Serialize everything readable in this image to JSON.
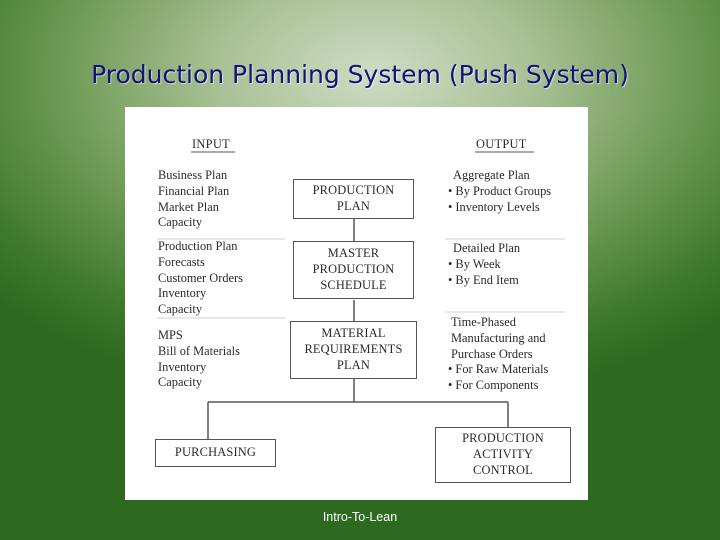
{
  "slide": {
    "title": "Production Planning System (Push System)",
    "footer": "Intro-To-Lean"
  },
  "diagram": {
    "input_header": "INPUT",
    "output_header": "OUTPUT",
    "input_groups": [
      [
        "Business Plan",
        "Financial Plan",
        "Market Plan",
        "Capacity"
      ],
      [
        "Production Plan",
        "Forecasts",
        "Customer Orders",
        "Inventory",
        "Capacity"
      ],
      [
        "MPS",
        "Bill of Materials",
        "Inventory",
        "Capacity"
      ]
    ],
    "boxes": {
      "production_plan": [
        "PRODUCTION",
        "PLAN"
      ],
      "master_schedule": [
        "MASTER",
        "PRODUCTION",
        "SCHEDULE"
      ],
      "mrp": [
        "MATERIAL",
        "REQUIREMENTS",
        "PLAN"
      ],
      "purchasing": [
        "PURCHASING"
      ],
      "pac": [
        "PRODUCTION",
        "ACTIVITY",
        "CONTROL"
      ]
    },
    "outputs": [
      {
        "lines": [
          "Aggregate Plan"
        ],
        "bullets": [
          "• By Product Groups",
          "• Inventory Levels"
        ]
      },
      {
        "lines": [
          "Detailed Plan"
        ],
        "bullets": [
          "• By Week",
          "• By End Item"
        ]
      },
      {
        "lines": [
          "Time-Phased",
          "Manufacturing and",
          "Purchase Orders"
        ],
        "bullets": [
          "• For Raw Materials",
          "• For Components"
        ]
      }
    ]
  }
}
